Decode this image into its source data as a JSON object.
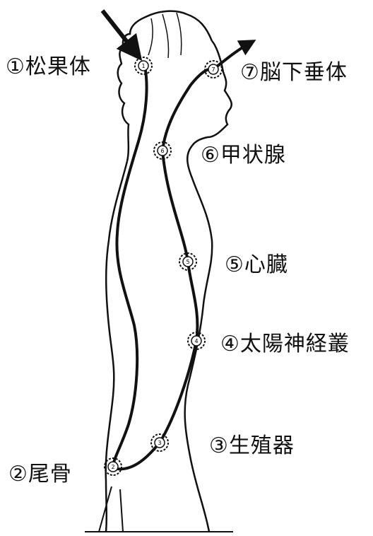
{
  "colors": {
    "ink": "#111111",
    "background": "#ffffff"
  },
  "labels": {
    "pineal": "①松果体",
    "coccyx": "②尾骨",
    "reproductive": "③生殖器",
    "solar_plexus": "④太陽神経叢",
    "heart": "⑤心臓",
    "thyroid": "⑥甲状腺",
    "pituitary": "⑦脳下垂体"
  },
  "nodes": {
    "n1": "1",
    "n2": "2",
    "n3": "3",
    "n4": "4",
    "n5": "5",
    "n6": "6",
    "n7": "7"
  }
}
